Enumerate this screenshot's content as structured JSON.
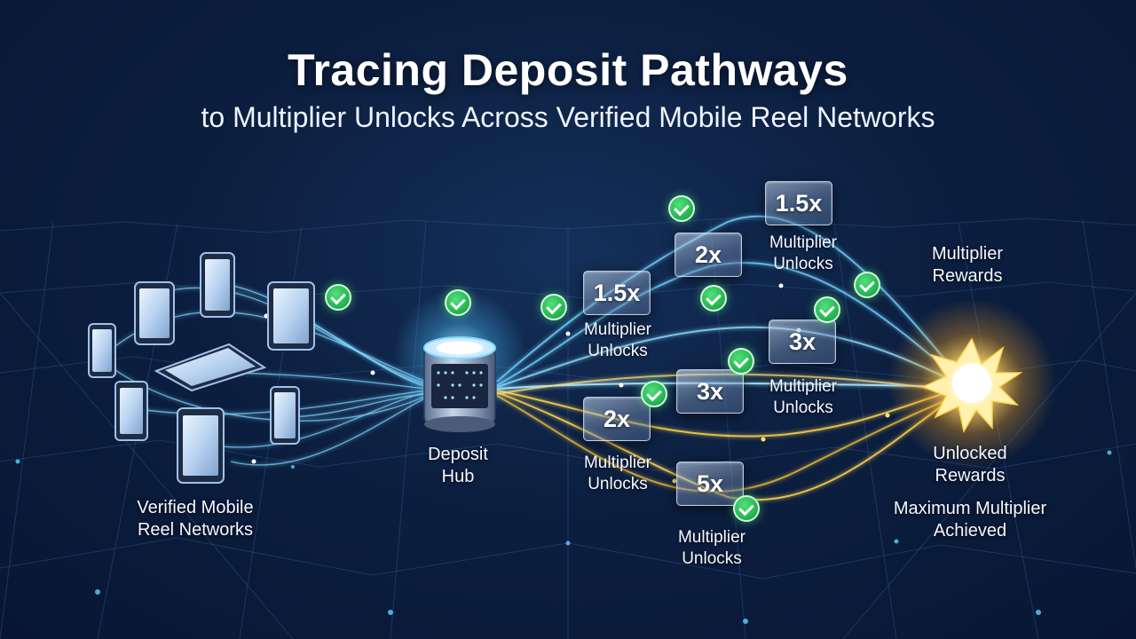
{
  "title": "Tracing Deposit Pathways",
  "subtitle": "to Multiplier Unlocks Across Verified Mobile Reel Networks",
  "nodes": {
    "networks": {
      "line1": "Verified Mobile",
      "line2": "Reel Networks"
    },
    "hub": {
      "line1": "Deposit",
      "line2": "Hub"
    },
    "rewards_top": {
      "line1": "Multiplier",
      "line2": "Rewards"
    },
    "rewards_unlocked": {
      "line1": "Unlocked",
      "line2": "Rewards"
    },
    "max_multiplier": {
      "line1": "Maximum Multiplier",
      "line2": "Achieved"
    }
  },
  "multipliers": [
    {
      "value": "1.5x",
      "caption1": "Multiplier",
      "caption2": "Unlocks"
    },
    {
      "value": "2x"
    },
    {
      "value": "1.5x",
      "caption1": "Multiplier",
      "caption2": "Unlocks"
    },
    {
      "value": "3x",
      "caption1": "Multiplier",
      "caption2": "Unlocks"
    },
    {
      "value": "3x"
    },
    {
      "value": "2x",
      "caption1": "Multiplier",
      "caption2": "Unlocks"
    },
    {
      "value": "5x",
      "caption1": "Multiplier",
      "caption2": "Unlocks"
    }
  ],
  "colors": {
    "background": "#0c1f40",
    "flow_blue": "#6fd3ff",
    "flow_gold": "#ffd24a",
    "check_green": "#22b04e",
    "burst": "#ffe27a"
  },
  "icons": {
    "devices": "tablet-phone-icon",
    "hub": "server-icon",
    "verified": "check-circle-icon",
    "reward": "starburst-icon"
  }
}
